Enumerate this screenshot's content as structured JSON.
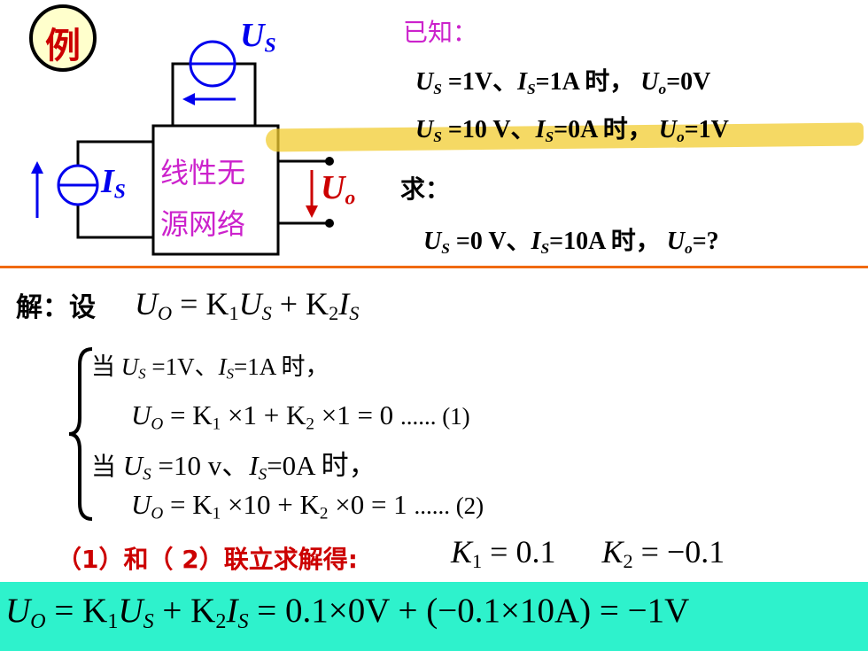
{
  "example_badge": "例",
  "circuit": {
    "network_line1": "线性无",
    "network_line2": "源网络",
    "us_symbol": "U",
    "us_sub": "S",
    "is_symbol": "I",
    "is_sub": "S",
    "uo_symbol": "U",
    "uo_sub": "o"
  },
  "given": {
    "heading": "已知：",
    "cond1": {
      "a": "=1V、",
      "b": "=1A 时，",
      "c": "=0V"
    },
    "cond2": {
      "a": "=10 V、",
      "b": "=0A 时，",
      "c": "=1V"
    }
  },
  "find": {
    "heading": "求：",
    "cond": {
      "a": "=0 V、",
      "b": "=10A 时，",
      "c": "=?"
    }
  },
  "solution": {
    "label": "解：设",
    "eq_main": "= K",
    "eq_main_2": "U",
    "eq_main_3": "+ K",
    "eq_main_4": "I",
    "case1": {
      "dang": "当",
      "text_a": "=1V、",
      "text_b": "=1A  时，",
      "eq": "= K",
      "eq_b": "×1 + K",
      "eq_c": "×1 = 0",
      "tag": "...... (1)"
    },
    "case2": {
      "dang": "当",
      "text_a": "=10 v、",
      "text_b": "=0A 时，",
      "eq": "= K",
      "eq_b": "×10 + K",
      "eq_c": "×0 = 1",
      "tag": "...... (2)"
    },
    "combine": {
      "prefix": "（1）和（ 2）联立求解得:",
      "k1": "= 0.1",
      "k2": "= −0.1"
    }
  },
  "result": {
    "part1": "= K",
    "part2": "U",
    "part3": "+ K",
    "part4": "I",
    "part5": "= 0.1×0V + (−0.1×10A) = −1V"
  },
  "colors": {
    "badge_fill": "#ffffcc",
    "magenta": "#cc22cc",
    "red": "#cc0000",
    "divider": "#f06a10",
    "result_bg": "#2ef2cc",
    "highlight": "#f2cc30",
    "wire_blue": "#0000ee"
  }
}
